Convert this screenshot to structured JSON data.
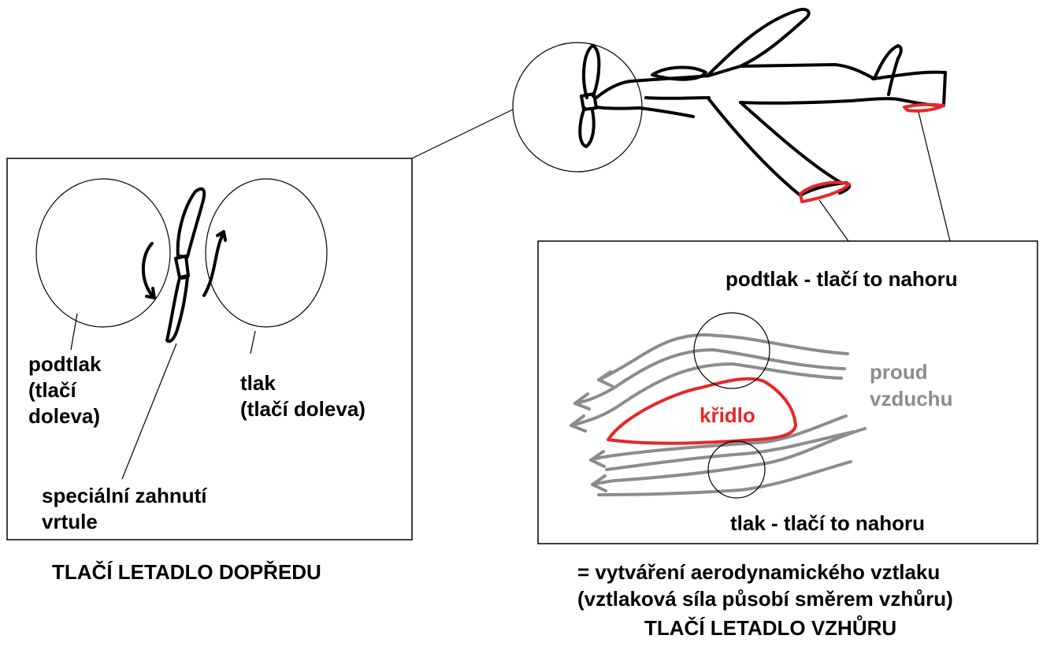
{
  "left_panel": {
    "label_podtlak": [
      "podtlak",
      "(tlačí",
      "doleva)"
    ],
    "label_tlak": [
      "tlak",
      "(tlačí doleva)"
    ],
    "label_propeller": [
      "speciální zahnutí",
      "vrtule"
    ],
    "caption": "TLAČÍ LETADLO DOPŘEDU"
  },
  "right_panel": {
    "label_top": "podtlak - tlačí to nahoru",
    "label_bottom": "tlak - tlačí to nahoru",
    "label_wing": "křidlo",
    "label_airflow": [
      "proud",
      "vzduchu"
    ],
    "caption_lines": [
      "= vytváření aerodynamického vztlaku",
      "(vztlaková síla působí směrem vzhůru)"
    ],
    "caption_main": "TLAČÍ LETADLO VZHŮRU"
  },
  "colors": {
    "ink": "#000000",
    "wing_red": "#e8262a",
    "airflow_gray": "#8c8c8c"
  }
}
